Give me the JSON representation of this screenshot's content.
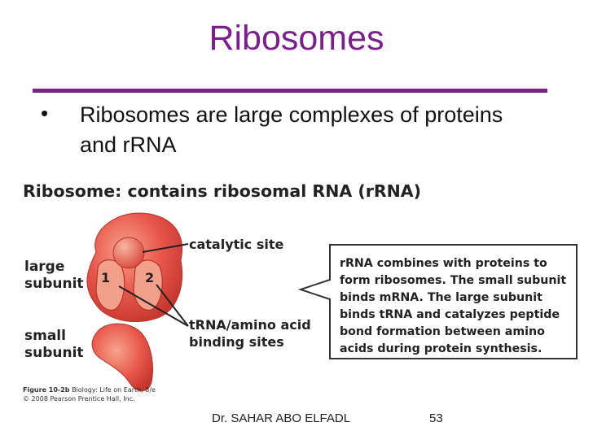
{
  "slide": {
    "title": "Ribosomes",
    "bullet_symbol": "•",
    "bullet_text": "Ribosomes are large complexes of proteins and rRNA",
    "title_color": "#7a1f8c"
  },
  "figure": {
    "heading": "Ribosome: contains ribosomal RNA (rRNA)",
    "large_subunit_label_1": "large",
    "large_subunit_label_2": "subunit",
    "small_subunit_label_1": "small",
    "small_subunit_label_2": "subunit",
    "site_1": "1",
    "site_2": "2",
    "catalytic_site_label": "catalytic site",
    "trna_label_1": "tRNA/amino acid",
    "trna_label_2": "binding sites",
    "callout": "rRNA combines with proteins to form ribosomes. The small subunit binds mRNA. The large subunit binds tRNA and catalyzes peptide bond formation between amino acids during protein synthesis.",
    "credit_prefix": "Figure 10-2b",
    "credit_book": " Biology: Life on Earth, 8/e",
    "credit_copyright": "© 2008 Pearson Prentice Hall, Inc.",
    "ribosome_color": "#e8564a"
  },
  "footer": {
    "author": "Dr. SAHAR ABO ELFADL",
    "page_number": "53"
  }
}
